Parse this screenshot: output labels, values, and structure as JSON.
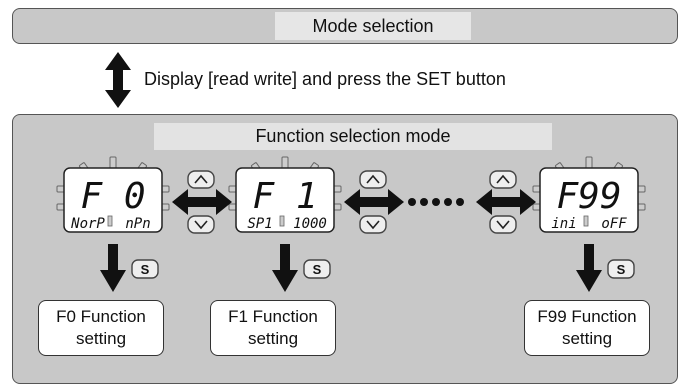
{
  "mode_selection": {
    "label": "Mode selection"
  },
  "instruction": "Display [read write] and press the SET button",
  "function_mode": {
    "label": "Function selection mode"
  },
  "displays": [
    {
      "main": "F 0",
      "sub_left": "NorP",
      "sub_right": "nPn"
    },
    {
      "main": "F 1",
      "sub_left": "SP1",
      "sub_right": "1000"
    },
    {
      "main": "F99",
      "sub_left": "ini",
      "sub_right": "oFF"
    }
  ],
  "set_key": "S",
  "settings": [
    {
      "line1": "F0 Function",
      "line2": "setting"
    },
    {
      "line1": "F1 Function",
      "line2": "setting"
    },
    {
      "line1": "F99 Function",
      "line2": "setting"
    }
  ],
  "icons": {
    "up_key": "up-arrow-key-icon",
    "down_key": "down-arrow-key-icon",
    "set_key": "set-key-icon",
    "ellipsis": "dots-ellipsis-icon"
  },
  "colors": {
    "panel": "#c8c8c8",
    "label_bg": "#e6e6e6",
    "arrow": "#111111"
  }
}
